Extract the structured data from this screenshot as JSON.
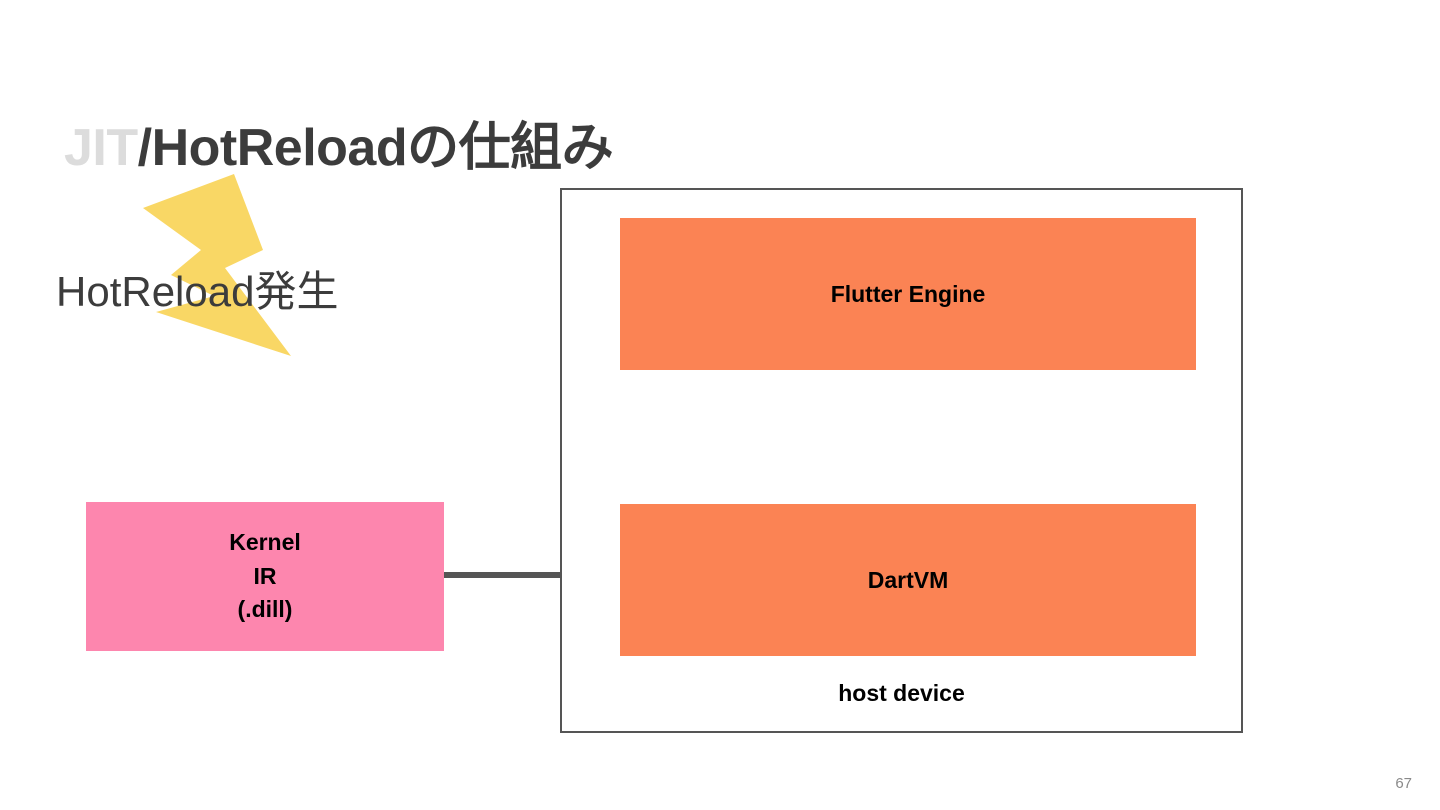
{
  "slide": {
    "title": {
      "highlight": "JIT",
      "rest": "/HotReloadの仕組み"
    },
    "page_number": "67",
    "background_color": "#ffffff"
  },
  "annotation": {
    "bolt_label": "lightning-bolt",
    "bolt_color": "#f9d765",
    "hotreload_label": "HotReload発生",
    "hotreload_color": "#3c3c3c"
  },
  "diagram": {
    "source_box": {
      "lines": [
        "Kernel",
        "IR",
        "(.dill)"
      ],
      "color": "#fd86ae"
    },
    "arrow": {
      "label": "flow-arrow",
      "color": "#555555",
      "direction": "right"
    },
    "container": {
      "label": "host device",
      "border_color": "#555555",
      "boxes": [
        {
          "label": "Flutter Engine",
          "color": "#fb8354"
        },
        {
          "label": "DartVM",
          "color": "#fb8354"
        }
      ]
    }
  }
}
